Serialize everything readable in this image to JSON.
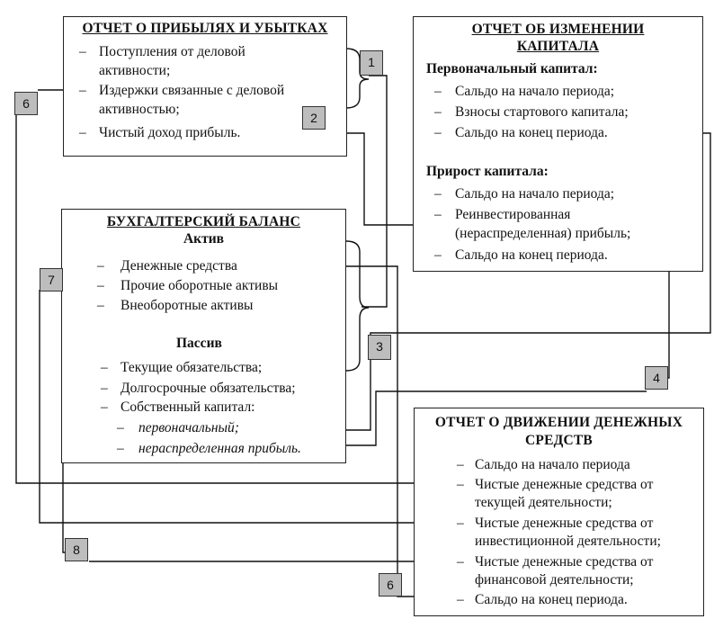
{
  "income": {
    "title": "ОТЧЕТ О ПРИБЫЛЯХ И УБЫТКАХ",
    "items": [
      [
        "Поступления от деловой",
        "активности;"
      ],
      [
        "Издержки связанные с деловой",
        "активностью;"
      ],
      [
        "Чистый доход прибыль."
      ]
    ]
  },
  "equity": {
    "title_lines": [
      "ОТЧЕТ ОБ ИЗМЕНЕНИИ",
      "КАПИТАЛА"
    ],
    "section1": "Первоначальный капитал:",
    "items1": [
      "Сальдо на начало периода;",
      "Взносы стартового капитала;",
      "Сальдо на конец периода."
    ],
    "section2": "Прирост капитала:",
    "items2": [
      [
        "Сальдо на начало периода;"
      ],
      [
        "Реинвестированная",
        "(нераспределенная)  прибыль;"
      ],
      [
        "Сальдо на конец периода."
      ]
    ]
  },
  "balance": {
    "title": "БУХГАЛТЕРСКИЙ БАЛАНС",
    "assets_heading": "Актив",
    "assets": [
      "Денежные средства",
      "Прочие оборотные активы",
      "Внеоборотные активы"
    ],
    "liab_heading": "Пассив",
    "liabilities": [
      "Текущие обязательства;",
      "Долгосрочные обязательства;",
      "Собственный капитал:"
    ],
    "equity_sub": [
      "первоначальный;",
      "нераспределенная прибыль."
    ]
  },
  "cashflow": {
    "title_lines": [
      "ОТЧЕТ О ДВИЖЕНИИ ДЕНЕЖНЫХ",
      "СРЕДСТВ"
    ],
    "items": [
      [
        "Сальдо на начало периода"
      ],
      [
        "Чистые денежные средства от",
        "текущей деятельности;"
      ],
      [
        "Чистые денежные средства от",
        "инвестиционной  деятельности;"
      ],
      [
        "Чистые денежные средства от",
        "финансовой деятельности;"
      ],
      [
        "Сальдо на конец периода."
      ]
    ]
  },
  "dash": "–",
  "tags": {
    "t1": "1",
    "t2": "2",
    "t3": "3",
    "t4": "4",
    "t6a": "6",
    "t6b": "6",
    "t7": "7",
    "t8": "8"
  }
}
